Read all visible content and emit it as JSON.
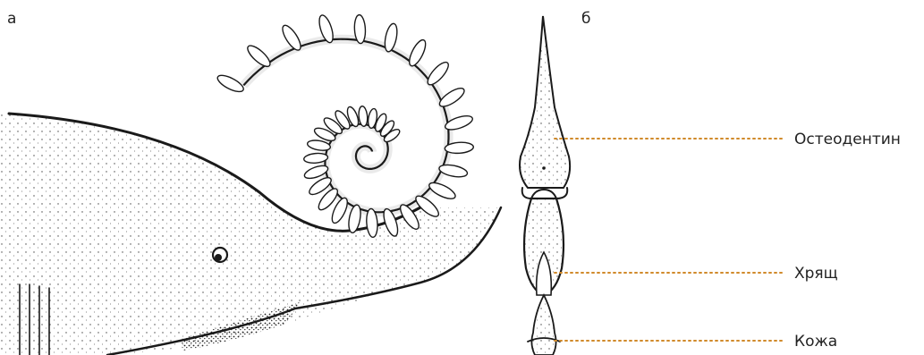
{
  "panels": {
    "a": {
      "letter": "а"
    },
    "b": {
      "letter": "б"
    }
  },
  "callouts": [
    {
      "id": "osteodentin",
      "label": "Остеодентин"
    },
    {
      "id": "cartilage",
      "label": "Хрящ"
    },
    {
      "id": "skin",
      "label": "Кожа"
    }
  ],
  "colors": {
    "leader": "#d08a2a",
    "ink": "#1a1a1a",
    "text": "#222222"
  }
}
